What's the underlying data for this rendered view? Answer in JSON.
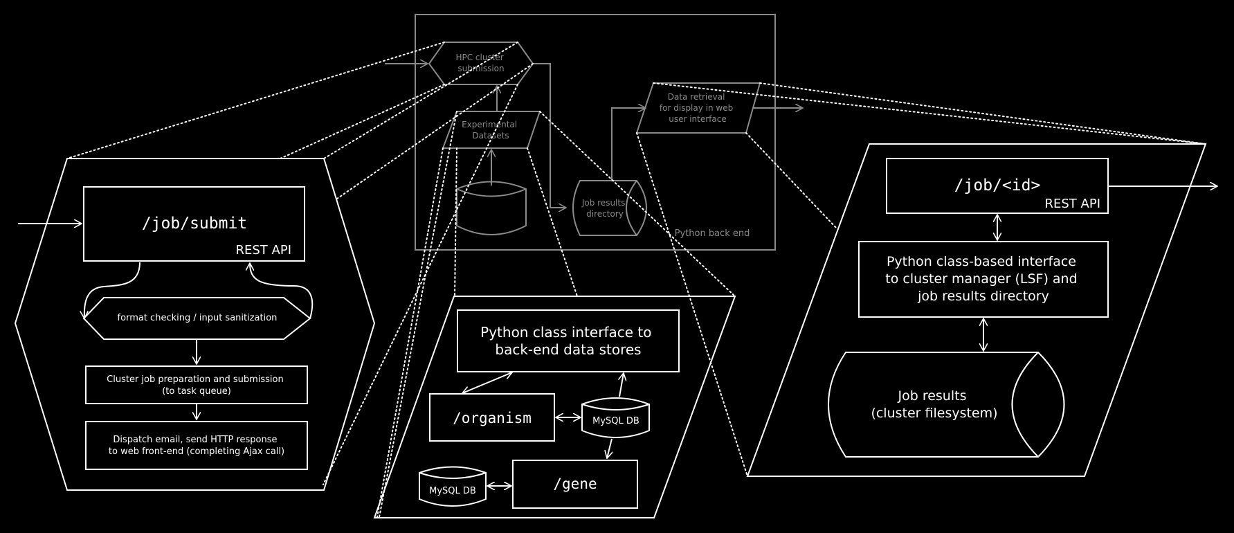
{
  "overview": {
    "hpc_submission": [
      "HPC cluster",
      "submission"
    ],
    "experimental_datasets": [
      "Experimental",
      "Datasets"
    ],
    "job_results_directory": [
      "Job results",
      "directory"
    ],
    "data_retrieval": [
      "Data retrieval",
      "for display in web",
      "user interface"
    ],
    "python_back_end": "Python back end"
  },
  "submit_panel": {
    "endpoint": "/job/submit",
    "api_label": "REST API",
    "format_checking": "format checking / input sanitization",
    "cluster_job": [
      "Cluster job preparation and submission",
      "(to task queue)"
    ],
    "dispatch": [
      "Dispatch email, send HTTP response",
      "to web front-end (completing Ajax call)"
    ]
  },
  "data_panel": {
    "python_interface": [
      "Python class interface to",
      "back-end data stores"
    ],
    "organism_endpoint": "/organism",
    "gene_endpoint": "/gene",
    "mysql_db_1": "MySQL DB",
    "mysql_db_2": "MySQL DB"
  },
  "job_panel": {
    "endpoint": "/job/<id>",
    "api_label": "REST API",
    "python_interface": [
      "Python class-based interface",
      "to cluster manager (LSF) and",
      "job results directory"
    ],
    "job_results": [
      "Job results",
      "(cluster filesystem)"
    ]
  }
}
